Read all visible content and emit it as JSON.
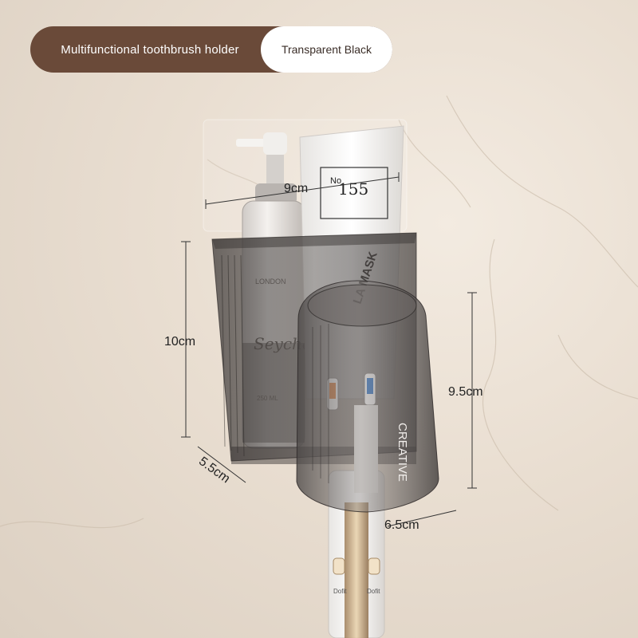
{
  "badge": {
    "title": "Multifunctional toothbrush holder",
    "variant": "Transparent Black"
  },
  "dimensions": {
    "width_top": "9cm",
    "height_holder": "10cm",
    "depth_holder": "5.5cm",
    "height_cup": "9.5cm",
    "width_cup": "6.5cm"
  },
  "product_text": {
    "tube_number_prefix": "No",
    "tube_number": "155",
    "tube_brand": "LA MASK",
    "bottle_brand": "Seyche",
    "bottle_city": "LONDON",
    "cup_text": "CREATIVE",
    "toothbrush_brand": "Dofit"
  },
  "colors": {
    "badge_brown": "#6a4a39",
    "badge_white": "#ffffff",
    "wall": "#e9ded1",
    "holder_smoke": "#5a5654"
  }
}
